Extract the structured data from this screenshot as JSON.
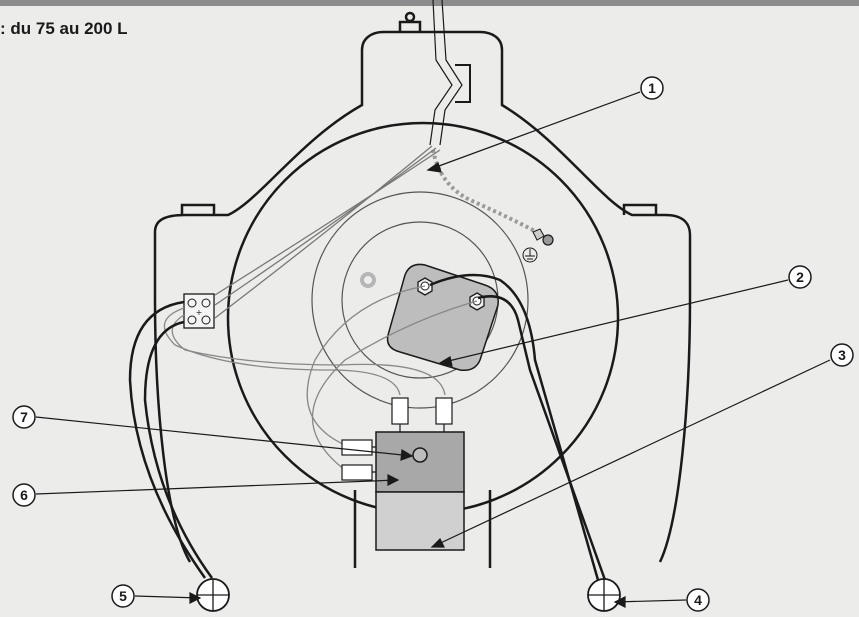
{
  "title": ": du 75 au 200 L",
  "callouts": [
    {
      "id": "1",
      "label": "1"
    },
    {
      "id": "2",
      "label": "2"
    },
    {
      "id": "3",
      "label": "3"
    },
    {
      "id": "4",
      "label": "4"
    },
    {
      "id": "5",
      "label": "5"
    },
    {
      "id": "6",
      "label": "6"
    },
    {
      "id": "7",
      "label": "7"
    }
  ],
  "colors": {
    "background": "#ececeb",
    "line": "#1a1a1a",
    "flange": "#c9c9c9",
    "thermostat_top": "#a9a9a9",
    "thermostat_bottom": "#cfcfcf",
    "ground_wire": "#9a9a9a"
  },
  "icons": [
    "ground-symbol-icon",
    "cable-gland-icon",
    "terminal-block-icon"
  ]
}
